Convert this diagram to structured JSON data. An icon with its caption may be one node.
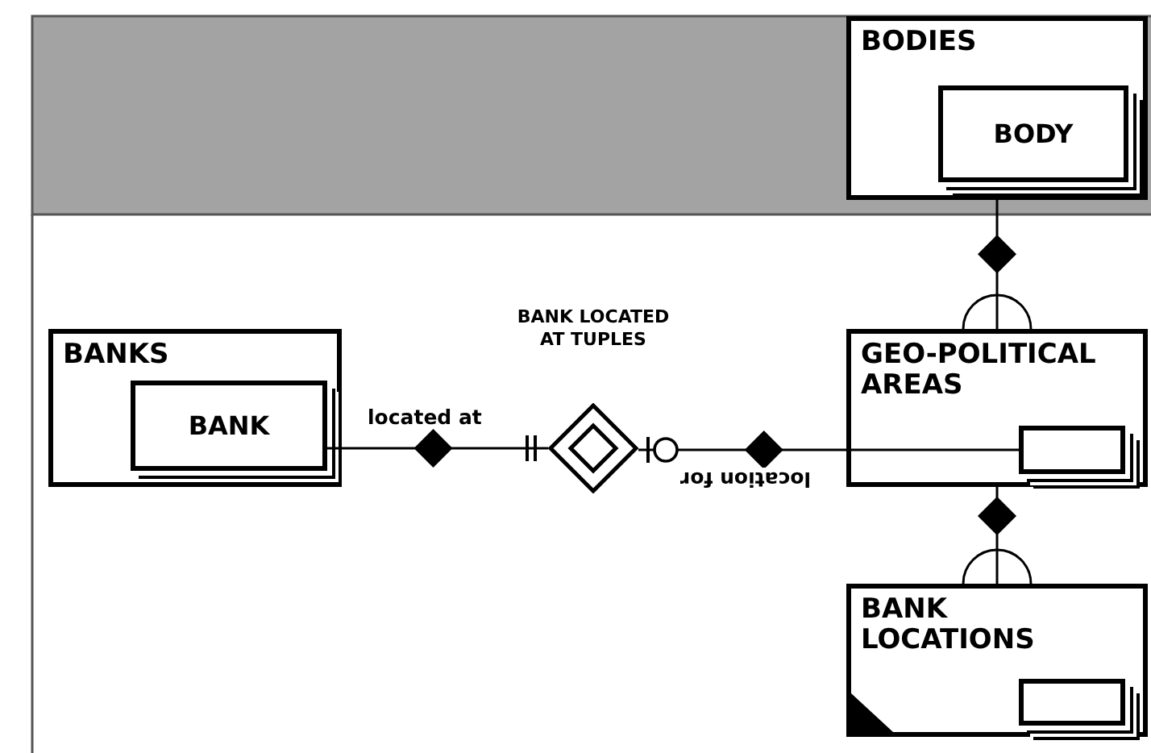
{
  "diagram": {
    "nodes": [
      {
        "text": [
          "BODIES"
        ]
      },
      {
        "text": [
          "BODY"
        ],
        "in": 0
      },
      {
        "text": [
          "BANKS"
        ]
      },
      {
        "text": [
          "BANK"
        ],
        "in": 2
      },
      {
        "text": [
          "BANK LOCATED AT TUPLES"
        ]
      },
      {
        "text": [
          "GEO-POLITICAL AREAS"
        ]
      },
      {
        "text": [],
        "shape": "box",
        "in": 5
      },
      {
        "text": [
          "BANK LOCATIONS"
        ]
      },
      {
        "text": [],
        "shape": "box",
        "in": 7
      }
    ],
    "edges": [
      {
        "from": 0,
        "to": 5,
        "arrow": "other"
      },
      {
        "from": 5,
        "to": 7,
        "arrow": "other"
      },
      {
        "from": 3,
        "to": 4,
        "label": "located at",
        "arrow": "other"
      },
      {
        "from": 4,
        "to": 6,
        "label": "location for",
        "arrow": "other"
      }
    ]
  }
}
